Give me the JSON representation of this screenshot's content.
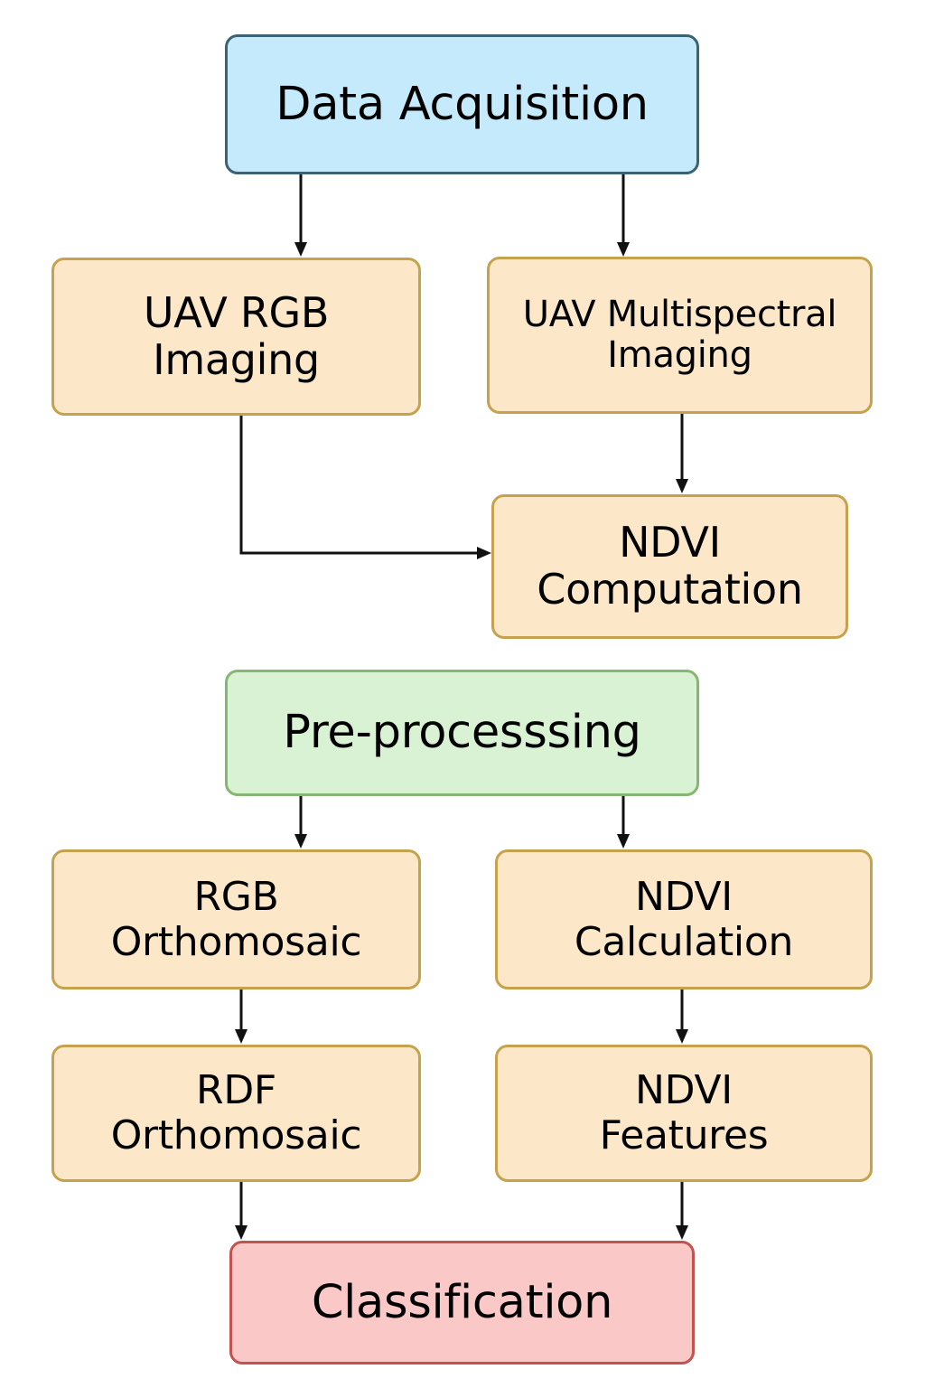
{
  "diagram": {
    "nodes": {
      "data_acquisition": {
        "label": "Data Acquisition"
      },
      "uav_rgb": {
        "line1": "UAV RGB",
        "line2": "Imaging"
      },
      "uav_multispectral": {
        "line1": "UAV Multispectral",
        "line2": "Imaging"
      },
      "ndvi_computation": {
        "line1": "NDVI",
        "line2": "Computation"
      },
      "preprocessing": {
        "label": "Pre-processsing"
      },
      "rgb_orthomosaic": {
        "line1": "RGB",
        "line2": "Orthomosaic"
      },
      "ndvi_calculation": {
        "line1": "NDVI",
        "line2": "Calculation"
      },
      "rdf_orthomosaic": {
        "line1": "RDF",
        "line2": "Orthomosaic"
      },
      "ndvi_features": {
        "line1": "NDVI",
        "line2": "Features"
      },
      "classification": {
        "label": "Classification"
      }
    },
    "edges": [
      {
        "from": "data_acquisition",
        "to": "uav_rgb"
      },
      {
        "from": "data_acquisition",
        "to": "uav_multispectral"
      },
      {
        "from": "uav_multispectral",
        "to": "ndvi_computation"
      },
      {
        "from": "uav_rgb",
        "to": "ndvi_computation"
      },
      {
        "from": "preprocessing",
        "to": "rgb_orthomosaic"
      },
      {
        "from": "preprocessing",
        "to": "ndvi_calculation"
      },
      {
        "from": "rgb_orthomosaic",
        "to": "rdf_orthomosaic"
      },
      {
        "from": "ndvi_calculation",
        "to": "ndvi_features"
      },
      {
        "from": "rdf_orthomosaic",
        "to": "classification"
      },
      {
        "from": "ndvi_features",
        "to": "classification"
      }
    ],
    "colors": {
      "acquisition_fill": "#c4eafb",
      "acquisition_border": "#3c6276",
      "step_fill": "#fce8c8",
      "step_border": "#c6a24e",
      "preprocessing_fill": "#d9f2d4",
      "preprocessing_border": "#86b673",
      "classification_fill": "#fac8c6",
      "classification_border": "#c05450",
      "arrow": "#111111"
    }
  }
}
